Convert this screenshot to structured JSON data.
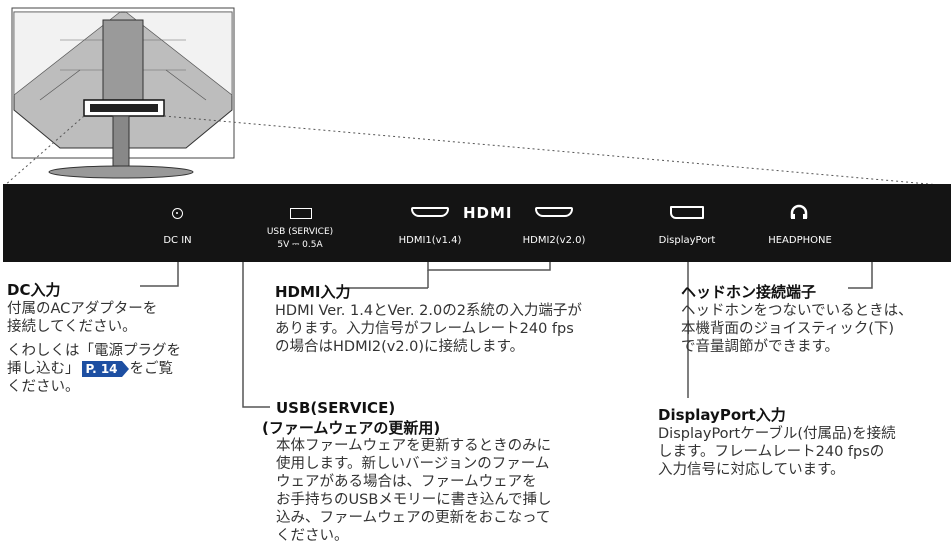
{
  "ports": {
    "dc_in": "DC IN",
    "usb_line1": "USB (SERVICE)",
    "usb_line2": "5V ⎓ 0.5A",
    "hdmi1": "HDMI1(v1.4)",
    "hdmi2": "HDMI2(v2.0)",
    "displayport": "DisplayPort",
    "headphone": "HEADPHONE",
    "hdmi_logo": "HDMI"
  },
  "dc": {
    "title": "DC入力",
    "desc": [
      "付属のACアダプターを",
      "接続してください。"
    ],
    "ref_before": [
      "くわしくは「電源プラグを",
      "挿し込む」"
    ],
    "ref_page": "P. 14",
    "ref_after": [
      "をご覧",
      "ください。"
    ]
  },
  "hdmi": {
    "title": "HDMI入力",
    "desc": [
      "HDMI Ver. 1.4とVer. 2.0の2系統の入力端子が",
      "あります。入力信号がフレームレート240 fps",
      "の場合はHDMI2(v2.0)に接続します。"
    ]
  },
  "usb": {
    "title1": "USB(SERVICE)",
    "title2": "(ファームウェアの更新用)",
    "desc": [
      "本体ファームウェアを更新するときのみに",
      "使用します。新しいバージョンのファーム",
      "ウェアがある場合は、ファームウェアを",
      "お手持ちのUSBメモリーに書き込んで挿し",
      "込み、ファームウェアの更新をおこなって",
      "ください。"
    ]
  },
  "headphone": {
    "title": "ヘッドホン接続端子",
    "desc": [
      "ヘッドホンをつないでいるときは、",
      "本機背面のジョイスティック(下)",
      "で音量調節ができます。"
    ]
  },
  "displayport": {
    "title": "DisplayPort入力",
    "desc": [
      "DisplayPortケーブル(付属品)を接続",
      "します。フレームレート240 fpsの",
      "入力信号に対応しています。"
    ]
  }
}
